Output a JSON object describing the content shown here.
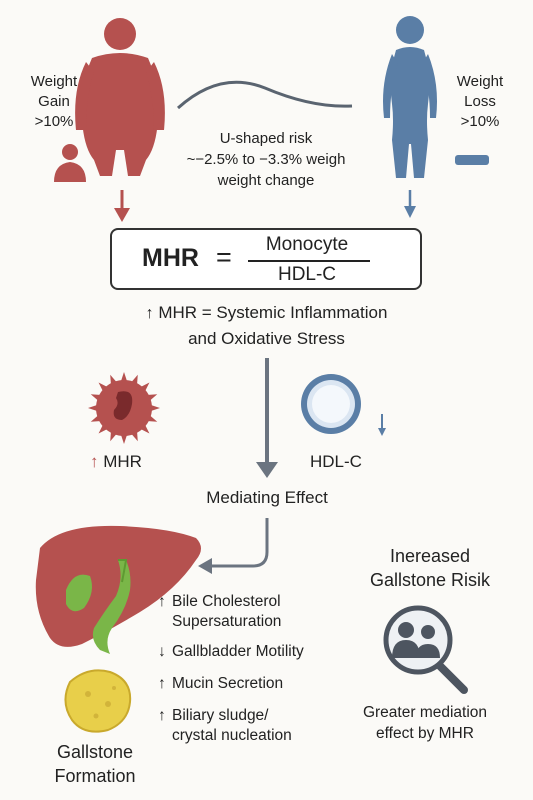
{
  "left": {
    "label_line1": "Weight",
    "label_line2": "Gain",
    "label_line3": ">10%"
  },
  "right": {
    "label_line1": "Weight",
    "label_line2": "Loss",
    "label_line3": ">10%"
  },
  "curve": {
    "line1": "U-shaped risk",
    "line2": "~−2.5% to −3.3% weigh",
    "line3": "weight change"
  },
  "formula": {
    "lhs": "MHR",
    "equals": "=",
    "numerator": "Monocyte",
    "denominator": "HDL-C"
  },
  "inflammation": {
    "line1": "MHR = Systemic Inflammation",
    "line2": "and Oxidative Stress"
  },
  "cells": {
    "mhr_label": "MHR",
    "hdl_label": "HDL-C"
  },
  "mediating": "Mediating Effect",
  "effects": [
    {
      "arrow": "↑",
      "line1": "Bile Cholesterol",
      "line2": "Supersaturation"
    },
    {
      "arrow": "↓",
      "line1": "Gallbladder Motility",
      "line2": ""
    },
    {
      "arrow": "↑",
      "line1": "Mucin Secretion",
      "line2": ""
    },
    {
      "arrow": "↑",
      "line1": "Biliary sludge/",
      "line2": "crystal nucleation"
    }
  ],
  "gallstone": {
    "line1": "Gallstone",
    "line2": "Formation"
  },
  "risk": {
    "line1": "Inereased",
    "line2": "Gallstone Risik"
  },
  "mediation": {
    "line1": "Greater mediation",
    "line2": "effect by MHR"
  },
  "colors": {
    "gain": "#b5514f",
    "loss": "#5a7ea6",
    "arrow": "#6b7480",
    "liver": "#b5514f",
    "gallbladder": "#7ab648",
    "stone": "#e8cf4a"
  },
  "icons": {
    "gain_figure": "obese-body-icon",
    "loss_figure": "slim-body-icon",
    "child": "child-person-icon",
    "minus": "minus-icon",
    "monocyte": "monocyte-cell-icon",
    "hdl": "hdl-particle-icon",
    "liver": "liver-icon",
    "stone": "gallstone-icon",
    "magnifier": "magnifier-people-icon"
  }
}
